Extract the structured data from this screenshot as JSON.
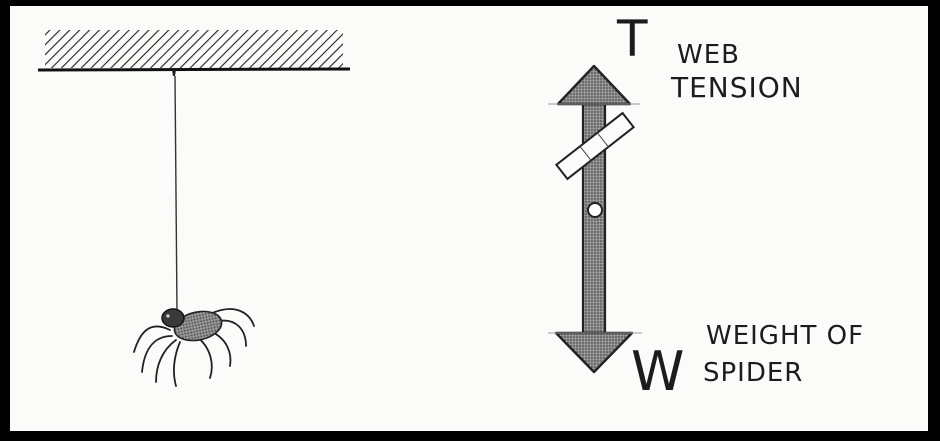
{
  "diagram": {
    "force_up": {
      "symbol": "T",
      "label_line1": "WEB",
      "label_line2": "TENSION"
    },
    "force_down": {
      "symbol": "W",
      "label_line1": "WEIGHT OF",
      "label_line2": "SPIDER"
    }
  }
}
